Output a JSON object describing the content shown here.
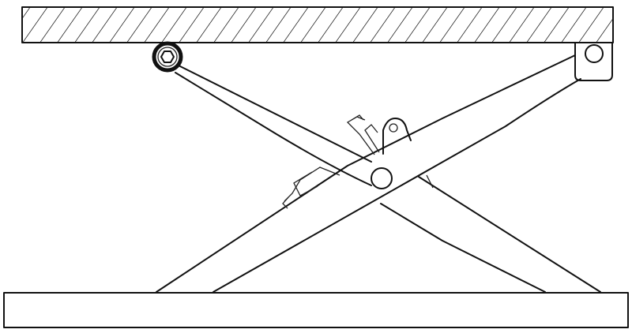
{
  "diagram": {
    "subject": "scissor-lift",
    "colors": {
      "stroke": "#111111",
      "background": "#ffffff"
    },
    "components": [
      {
        "id": "top-platform",
        "style": "hatched"
      },
      {
        "id": "base-plate",
        "style": "plain"
      },
      {
        "id": "roller",
        "icon": "hex-bolt"
      },
      {
        "id": "fixed-bracket",
        "icon": "pin-hole"
      },
      {
        "id": "scissor-arm-1"
      },
      {
        "id": "scissor-arm-2"
      },
      {
        "id": "center-pivot"
      },
      {
        "id": "actuator"
      }
    ]
  }
}
